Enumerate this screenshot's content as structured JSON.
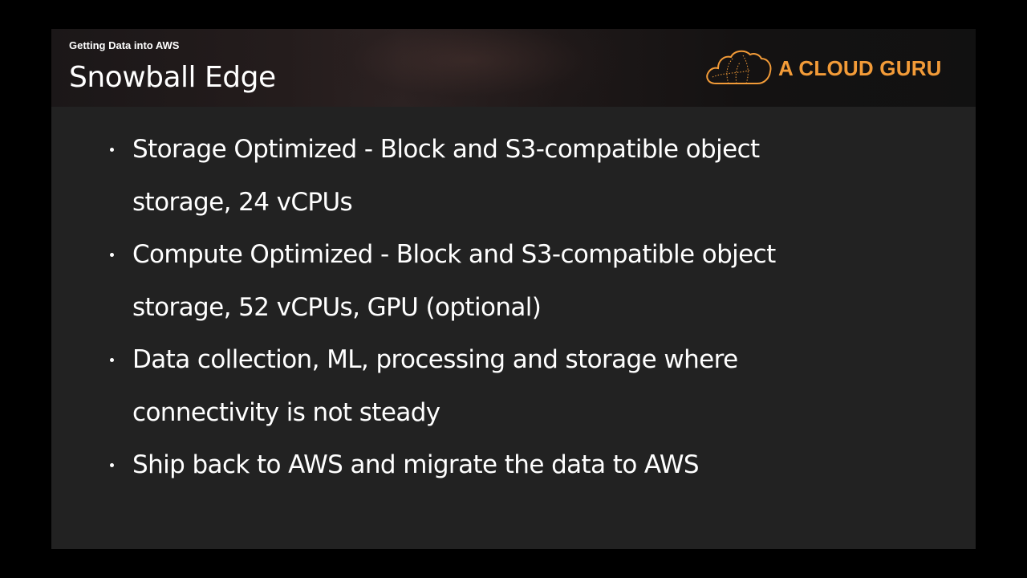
{
  "slide": {
    "subtitle": "Getting Data into AWS",
    "title": "Snowball Edge",
    "logo": {
      "icon": "cloud-icon",
      "text": "A CLOUD GURU",
      "color": "#f29b38"
    },
    "bullets": [
      {
        "lines": [
          "Storage Optimized - Block and S3-compatible object",
          "storage, 24 vCPUs"
        ]
      },
      {
        "lines": [
          "Compute Optimized - Block and S3-compatible object",
          "storage, 52 vCPUs, GPU (optional)"
        ]
      },
      {
        "lines": [
          "Data collection, ML, processing and storage where",
          "connectivity is not steady"
        ]
      },
      {
        "lines": [
          "Ship back to AWS and migrate the data to AWS"
        ]
      }
    ]
  }
}
